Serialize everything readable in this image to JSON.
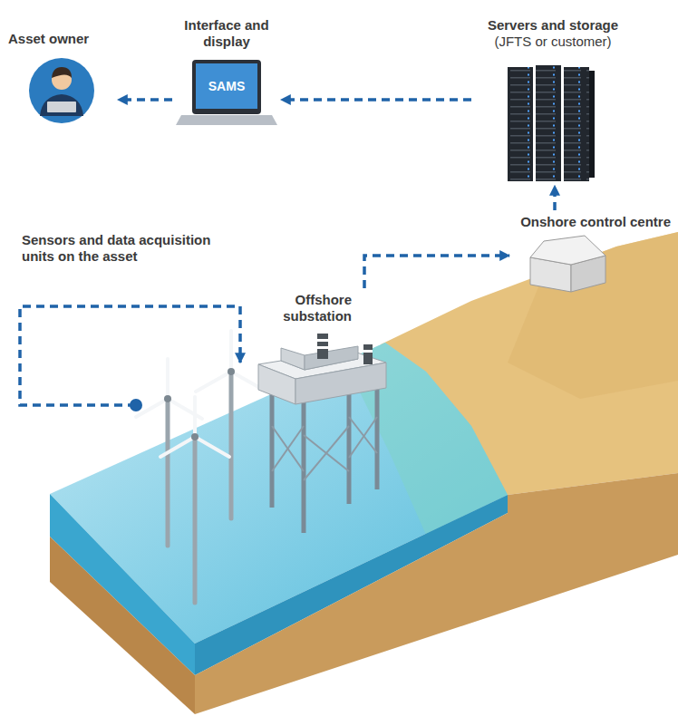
{
  "diagram": {
    "nodes": [
      {
        "text": [
          "Asset owner"
        ]
      },
      {
        "text": [
          "Interface and display",
          "SAMS"
        ]
      },
      {
        "text": [
          "Servers and storage",
          "(JFTS or customer)"
        ]
      },
      {
        "text": [
          "Sensors and data acquisition units on the asset"
        ]
      },
      {
        "text": [
          "Offshore substation"
        ]
      },
      {
        "text": [
          "Onshore control centre"
        ]
      }
    ],
    "edges": [
      {
        "from": 4,
        "to": 5,
        "arrow": "to"
      },
      {
        "from": 5,
        "to": 2,
        "arrow": "to"
      },
      {
        "from": 2,
        "to": 1,
        "arrow": "to"
      },
      {
        "from": 1,
        "to": 0,
        "arrow": "to"
      }
    ]
  }
}
